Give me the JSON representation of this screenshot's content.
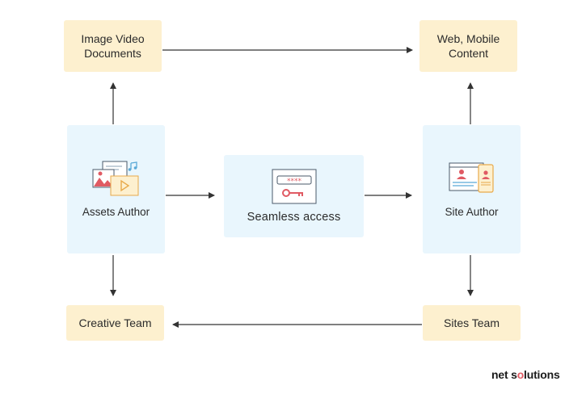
{
  "nodes": {
    "image_video": "Image Video Documents",
    "web_mobile": "Web, Mobile Content",
    "assets_author": "Assets Author",
    "seamless_access": "Seamless access",
    "site_author": "Site Author",
    "creative_team": "Creative Team",
    "sites_team": "Sites Team"
  },
  "logo": {
    "part1": "net s",
    "part2": "o",
    "part3": "lutions"
  },
  "colors": {
    "accent_yellow": "#fdf0cf",
    "accent_blue": "#e9f6fd",
    "arrow": "#333333",
    "icon_red": "#e05a63"
  }
}
